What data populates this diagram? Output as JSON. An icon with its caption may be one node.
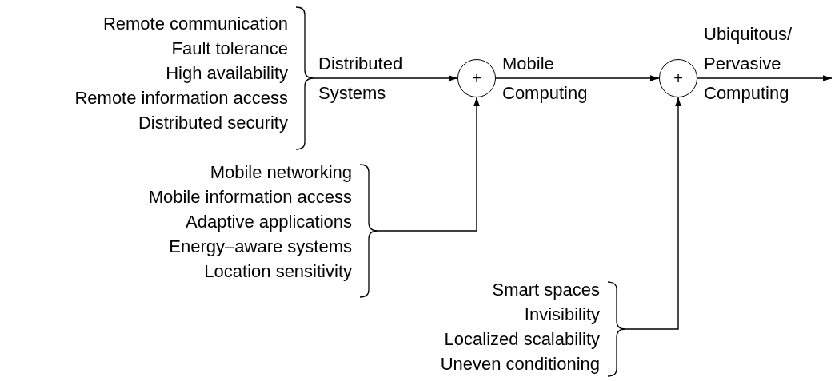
{
  "diagram": {
    "nodes": [
      {
        "text": [
          "Remote communication",
          "Fault tolerance",
          "High availability",
          "Remote information access",
          "Distributed security"
        ]
      },
      {
        "text": [
          "+"
        ]
      },
      {
        "text": [
          "Mobile networking",
          "Mobile information access",
          "Adaptive applications",
          "Energy–aware systems",
          "Location sensitivity"
        ]
      },
      {
        "text": [
          "+"
        ]
      },
      {
        "text": [
          "Smart spaces",
          "Invisibility",
          "Localized scalability",
          "Uneven conditioning"
        ]
      }
    ],
    "edges": [
      {
        "from": 0,
        "to": 1,
        "arrow": "to",
        "label": "Distributed Systems"
      },
      {
        "from": 1,
        "to": 3,
        "arrow": "to",
        "label": "Mobile Computing"
      },
      {
        "from": 3,
        "to": null,
        "arrow": "to",
        "label": "Ubiquitous/ Pervasive Computing"
      },
      {
        "from": 2,
        "to": 1,
        "arrow": "to"
      },
      {
        "from": 4,
        "to": 3,
        "arrow": "to"
      }
    ]
  }
}
